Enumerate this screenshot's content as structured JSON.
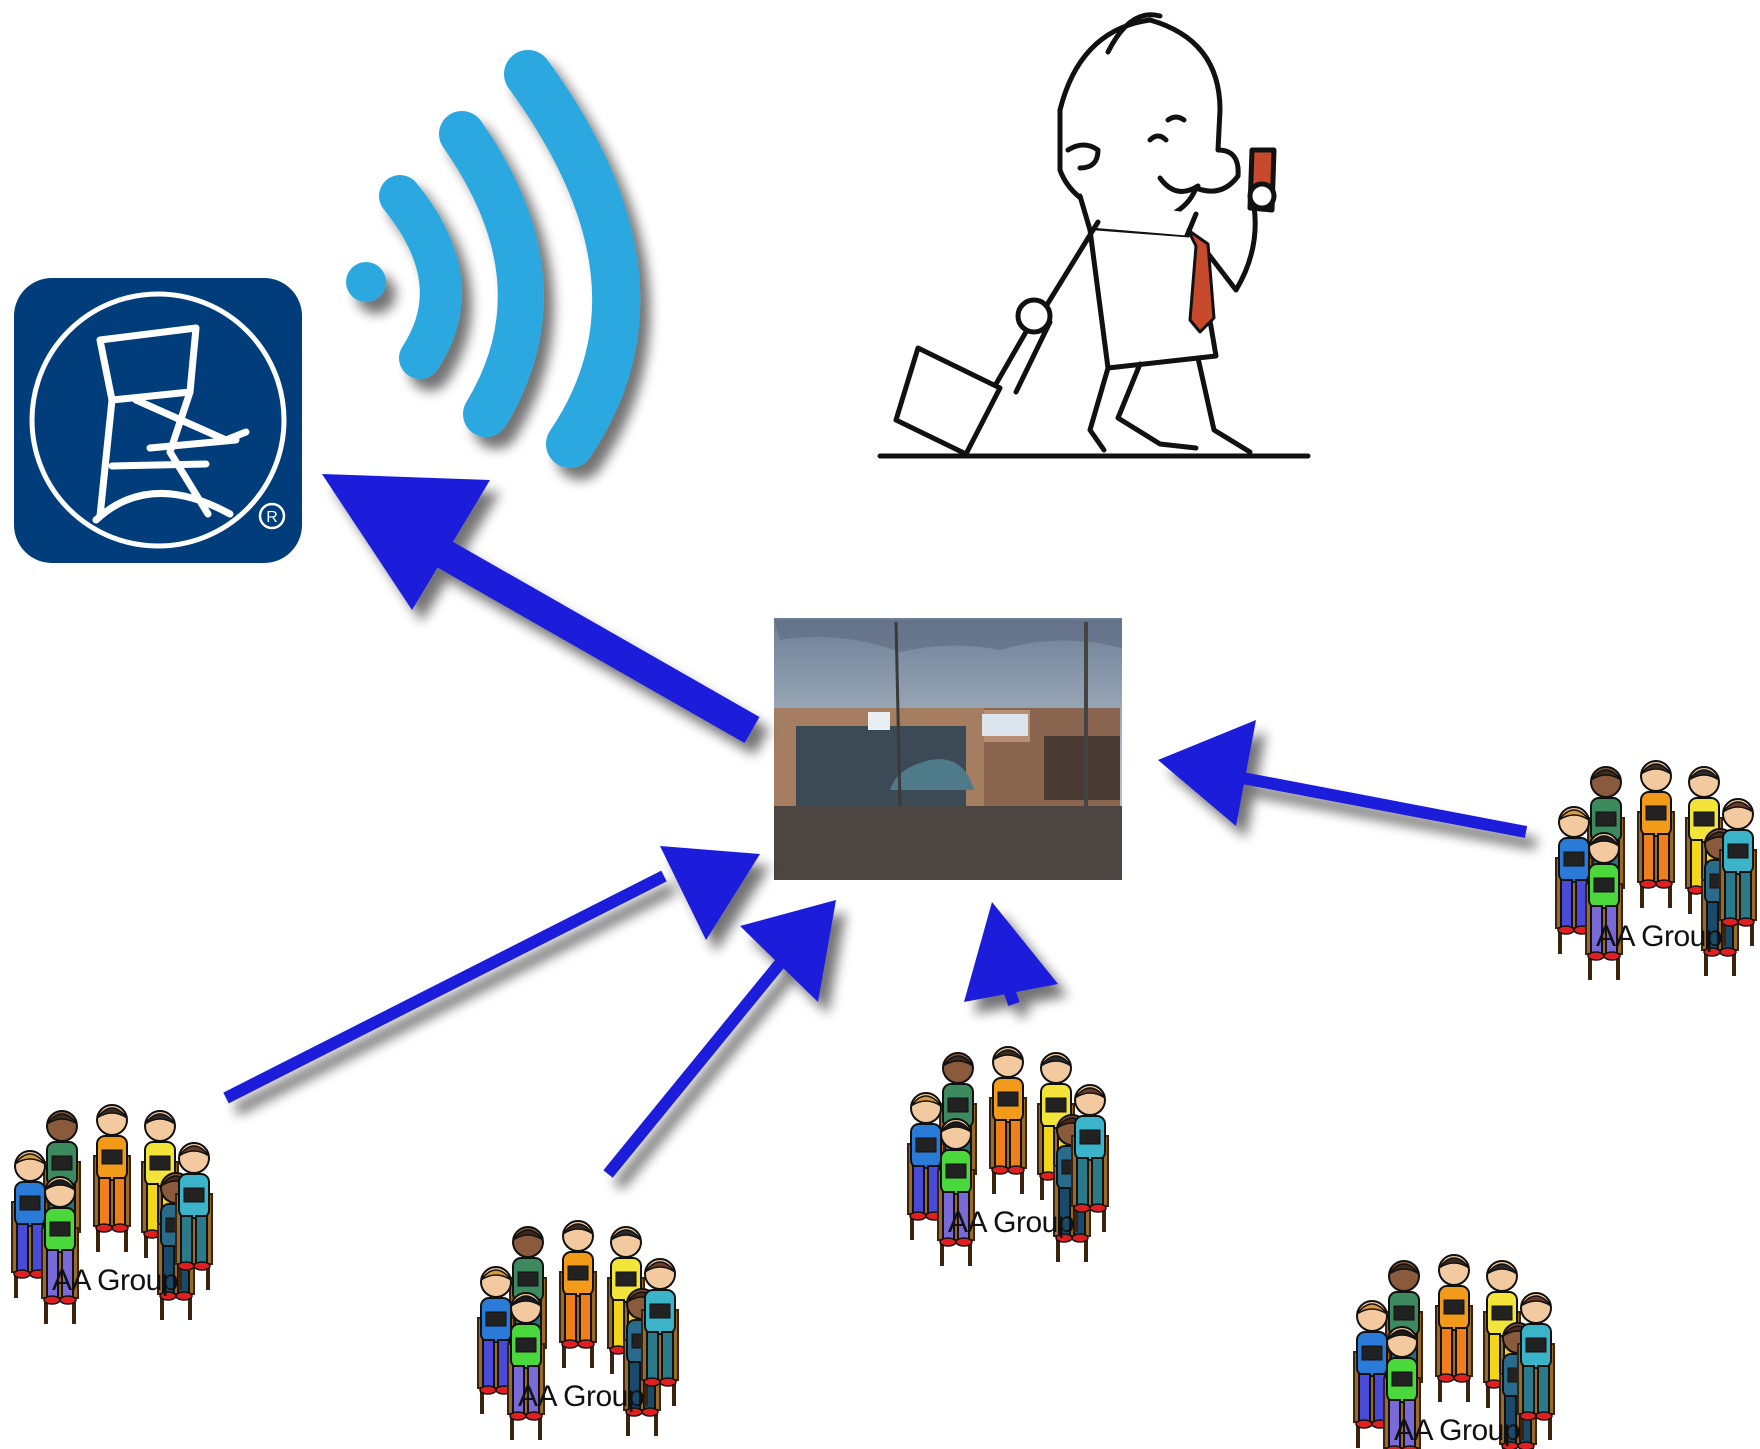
{
  "app_icon": {
    "name": "meeting-guide-app-icon",
    "colors": {
      "background": "#003d7a",
      "foreground": "#ffffff"
    }
  },
  "wifi_signal": {
    "name": "wifi-signal-icon",
    "color": "#29a8df"
  },
  "traveler": {
    "name": "traveler-with-phone-illustration"
  },
  "central_office": {
    "name": "central-office-building-photo"
  },
  "groups": [
    {
      "id": "group-1",
      "label": "AA Group"
    },
    {
      "id": "group-2",
      "label": "AA Group"
    },
    {
      "id": "group-3",
      "label": "AA Group"
    },
    {
      "id": "group-4",
      "label": "AA Group"
    },
    {
      "id": "group-5",
      "label": "AA Group"
    }
  ],
  "arrows": {
    "color": "#1a1adb",
    "connections": [
      {
        "from": "central-office",
        "to": "app-icon",
        "weight": "heavy"
      },
      {
        "from": "group-1",
        "to": "central-office",
        "weight": "normal"
      },
      {
        "from": "group-2",
        "to": "central-office",
        "weight": "normal"
      },
      {
        "from": "group-3",
        "to": "central-office",
        "weight": "normal"
      },
      {
        "from": "group-4",
        "to": "central-office",
        "weight": "normal"
      }
    ]
  }
}
